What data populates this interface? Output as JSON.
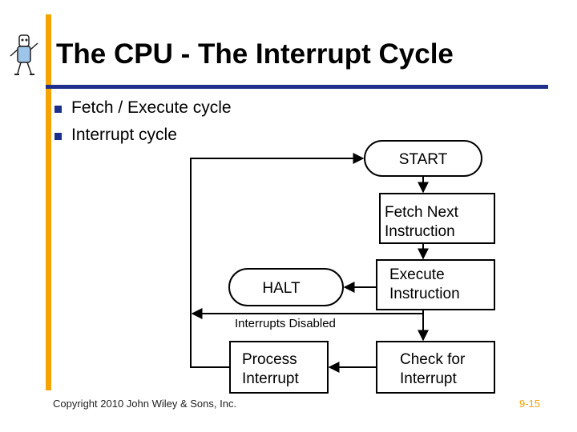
{
  "slide": {
    "title": "The CPU - The Interrupt Cycle",
    "bullets": [
      "Fetch / Execute cycle",
      "Interrupt cycle"
    ],
    "footer": "Copyright 2010 John Wiley & Sons, Inc.",
    "page_number": "9-15"
  },
  "flowchart": {
    "start": "START",
    "fetch": [
      "Fetch Next",
      "Instruction"
    ],
    "execute": [
      "Execute",
      "Instruction"
    ],
    "check": [
      "Check for",
      "Interrupt"
    ],
    "process": [
      "Process",
      "Interrupt"
    ],
    "halt": "HALT",
    "interrupts_disabled": "Interrupts Disabled"
  },
  "colors": {
    "accent_orange": "#f5a300",
    "rule_blue": "#1c2f8a",
    "bullet_blue": "#1c2f8a"
  },
  "icons": {
    "logo": "cartoon-robot-mascot-icon"
  }
}
